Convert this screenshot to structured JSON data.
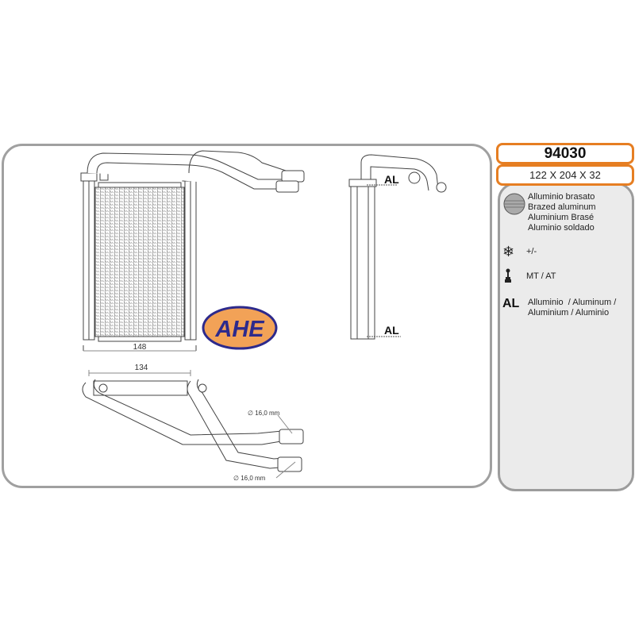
{
  "product": {
    "code": "94030",
    "dimensions": "122 X 204 X 32"
  },
  "specs": {
    "material_icon": "brazed-fin-icon",
    "material_lines": [
      "Alluminio brasato",
      "Brazed aluminum",
      "Aluminium Brasé",
      "Aluminio soldado"
    ],
    "ac_icon": "snowflake-icon",
    "ac_value": "+/-",
    "transmission_icon": "gear-shift-icon",
    "transmission_value": "MT / AT",
    "material_symbol": "AL",
    "material_short_lines": [
      "Alluminio  / Aluminum /",
      "Aluminium / Aluminio"
    ]
  },
  "drawing": {
    "width_label": "148",
    "pipe_span_label": "134",
    "pipe_diameter_1": "∅ 16,0 mm",
    "pipe_diameter_2": "∅ 16,0 mm",
    "side_label_top": "AL",
    "side_label_bottom": "AL"
  },
  "logo": {
    "text": "AHE",
    "colors": {
      "fill": "#f2a257",
      "outline": "#2d2a8c",
      "text": "#2d2a8c"
    }
  },
  "colors": {
    "accent_orange": "#e67e22",
    "panel_border": "#a0a0a0",
    "spec_bg": "#ebebeb"
  }
}
